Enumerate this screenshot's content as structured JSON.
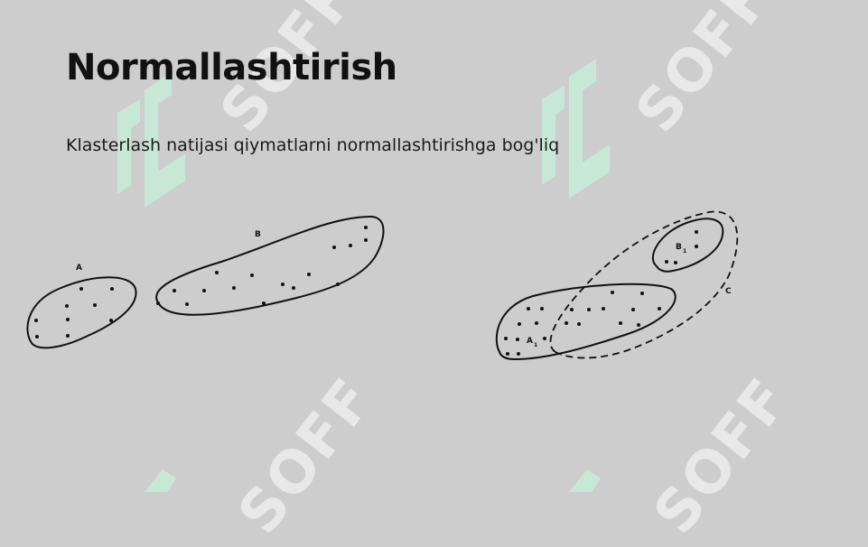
{
  "slide": {
    "title": "Normallashtirish",
    "subtitle": "Klasterlash natijasi qiymatlarni normallashtirishga bog'liq"
  },
  "watermark": {
    "text": "SOFF",
    "logo_color": "#c8ebd8",
    "text_color": "#ffffff"
  },
  "figure_left": {
    "cluster_labels": [
      "A",
      "B"
    ]
  },
  "figure_right": {
    "cluster_labels": [
      "A",
      "B",
      "C"
    ],
    "subscript": "1"
  }
}
